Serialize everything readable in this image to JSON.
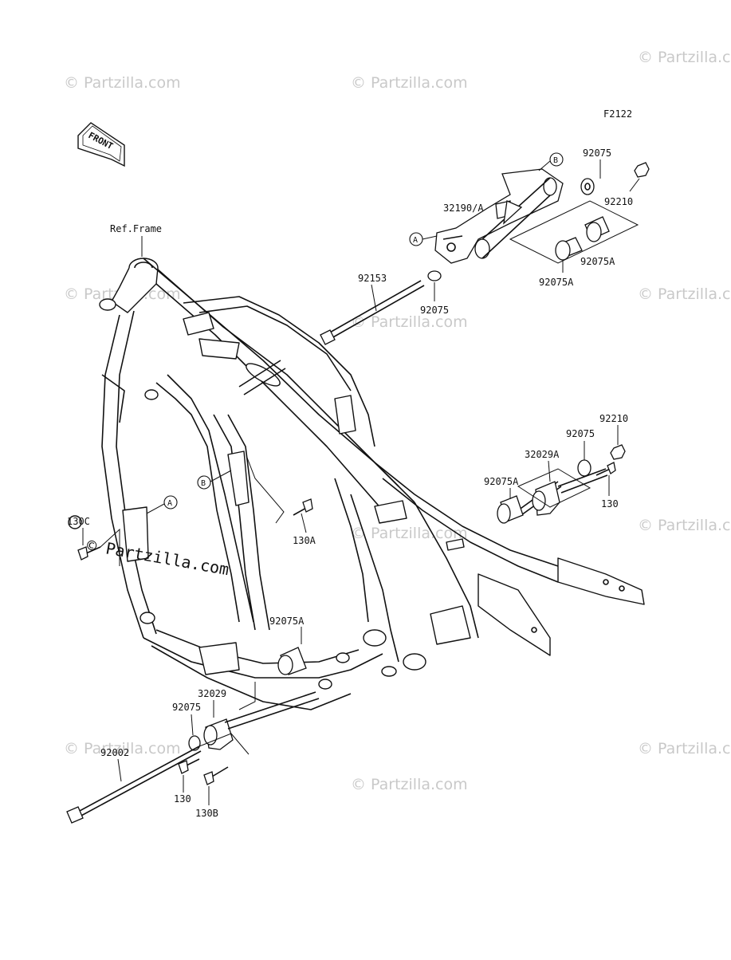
{
  "diagram_code": "F2122",
  "front_label": "FRONT",
  "ref_frame": "Ref.Frame",
  "watermark": "© Partzilla.com",
  "callouts": {
    "a": "A",
    "b": "B"
  },
  "parts": {
    "p92075_top": "92075",
    "p92210_top": "92210",
    "p32190a": "32190/A",
    "p92075a_top_right": "92075A",
    "p92075a_top_mid": "92075A",
    "p92153": "92153",
    "p92075_mid": "92075",
    "p92210_right": "92210",
    "p92075_right": "92075",
    "p32029a": "32029A",
    "p92075a_right": "92075A",
    "p130_right": "130",
    "p130a": "130A",
    "p130c": "130C",
    "p92075a_bottom": "92075A",
    "p32029": "32029",
    "p92075_bottom": "92075",
    "p92002": "92002",
    "p130_bottom": "130",
    "p130b": "130B"
  }
}
